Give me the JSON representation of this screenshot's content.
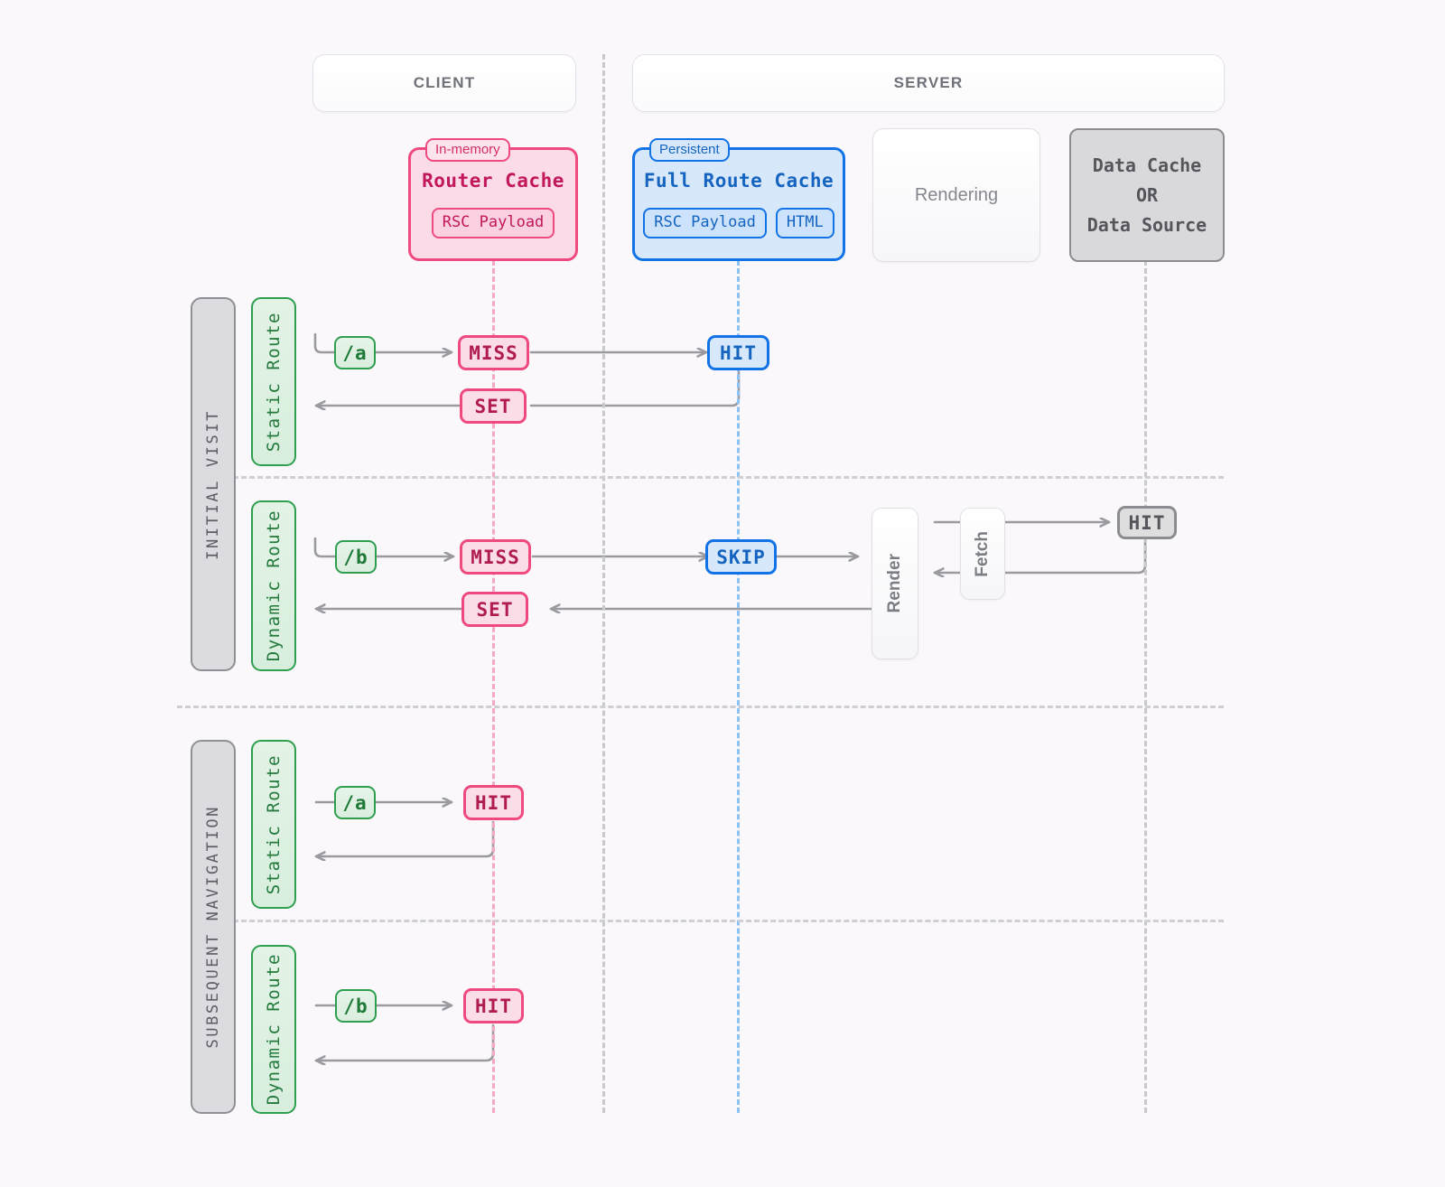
{
  "background": "#faf8fb",
  "palette": {
    "pink_border": "#ef4a7f",
    "pink_fill": "#fbdbe7",
    "pink_text": "#c2185b",
    "blue_border": "#1273e6",
    "blue_fill": "#d8e8fb",
    "blue_text": "#1565c0",
    "green_border": "#2e9e4f",
    "green_text": "#237a3c",
    "grey_border": "#8b8b90",
    "grey_fill": "#d9d9dc",
    "grey_text": "#55565c",
    "arrow": "#9b9aa0",
    "lifeline_pink": "#f3a8c4",
    "lifeline_blue": "#8cc2f4",
    "lifeline_grey": "#c9c8cd"
  },
  "headers": {
    "client": "CLIENT",
    "server": "SERVER"
  },
  "entities": {
    "router_cache": {
      "badge": "In-memory",
      "title": "Router Cache",
      "chips": [
        "RSC Payload"
      ]
    },
    "full_route_cache": {
      "badge": "Persistent",
      "title": "Full Route Cache",
      "chips": [
        "RSC Payload",
        "HTML"
      ]
    },
    "rendering": {
      "title": "Rendering"
    },
    "data_source": {
      "lines": [
        "Data Cache",
        "OR",
        "Data Source"
      ]
    }
  },
  "groups": [
    {
      "label": "INITIAL VISIT"
    },
    {
      "label": "SUBSEQUENT NAVIGATION"
    }
  ],
  "rows": [
    {
      "group": "INITIAL VISIT",
      "route_label": "Static Route",
      "route_chip": "/a",
      "tokens": {
        "router": "MISS",
        "full_route": "HIT",
        "set": "SET"
      }
    },
    {
      "group": "INITIAL VISIT",
      "route_label": "Dynamic Route",
      "route_chip": "/b",
      "tokens": {
        "router": "MISS",
        "full_route": "SKIP",
        "data": "HIT",
        "set": "SET"
      },
      "stages": {
        "render": "Render",
        "fetch": "Fetch"
      }
    },
    {
      "group": "SUBSEQUENT NAVIGATION",
      "route_label": "Static Route",
      "route_chip": "/a",
      "tokens": {
        "router": "HIT"
      }
    },
    {
      "group": "SUBSEQUENT NAVIGATION",
      "route_label": "Dynamic Route",
      "route_chip": "/b",
      "tokens": {
        "router": "HIT"
      }
    }
  ]
}
